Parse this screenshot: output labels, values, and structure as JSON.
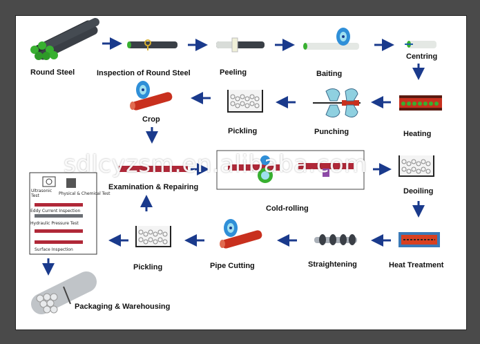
{
  "steps": {
    "round_steel": "Round Steel",
    "inspection": "Inspection of Round Steel",
    "peeling": "Peeling",
    "baiting": "Baiting",
    "centring": "Centring",
    "heating": "Heating",
    "punching": "Punching",
    "pickling_top": "Pickling",
    "crop": "Crop",
    "examination": "Examination & Repairing",
    "cold_rolling": "Cold-rolling",
    "deoiling": "Deoiling",
    "heat_treatment": "Heat Treatment",
    "straightening": "Straightening",
    "pipe_cutting": "Pipe Cutting",
    "pickling_bottom": "Pickling",
    "packaging": "Packaging & Warehousing"
  },
  "inspection_panel": {
    "ultrasonic": "Ultrasonic Test",
    "physical_chemical": "Physical & Chemical Test",
    "eddy_current": "Eddy Current Inspection",
    "hydraulic_pressure": "Hydraulic Pressure Test",
    "surface": "Surface Inspection"
  },
  "watermark": "sdlcyzsm.en.alibaba.com",
  "colors": {
    "arrow": "#1a3a8c",
    "steel": "#3a3f46",
    "hot": "#c8301e",
    "green": "#38b030"
  }
}
